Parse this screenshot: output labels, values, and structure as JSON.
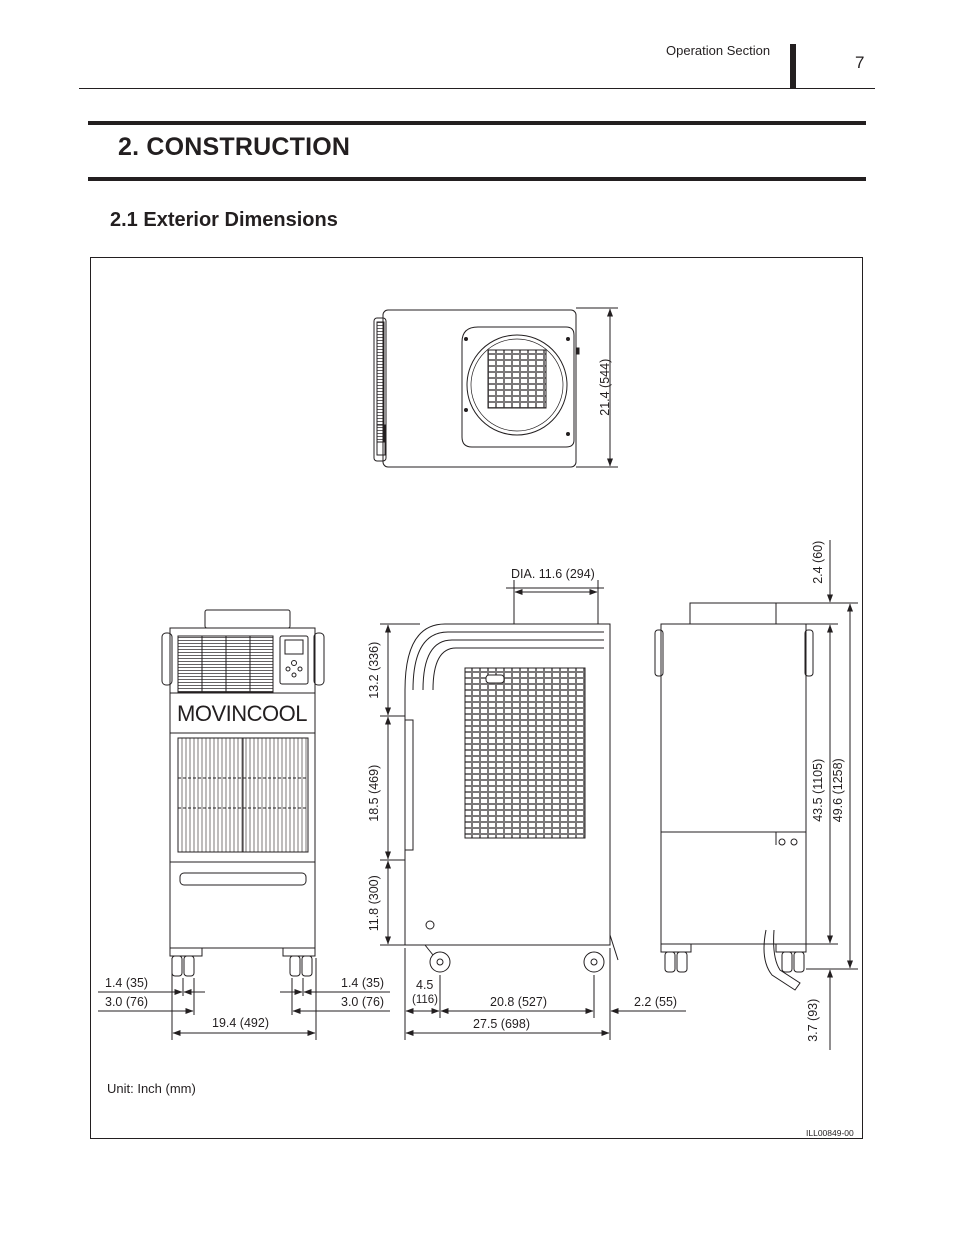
{
  "header": {
    "section": "Operation Section",
    "page": "7"
  },
  "section": {
    "title": "2. CONSTRUCTION"
  },
  "subsection": {
    "title": "2.1  Exterior Dimensions"
  },
  "figure": {
    "brand": "MOVINCOOL",
    "top_view": {
      "depth": "21.4 (544)"
    },
    "front_view": {
      "caster_offset_left": "1.4 (35)",
      "caster_outer_left": "3.0 (76)",
      "caster_offset_right": "1.4 (35)",
      "caster_outer_right": "3.0 (76)",
      "width": "19.4 (492)"
    },
    "side_view": {
      "duct_diameter": "DIA. 11.6 (294)",
      "upper_height": "13.2 (336)",
      "middle_height": "18.5 (469)",
      "lower_height": "11.8 (300)",
      "front_overhang_a": "4.5",
      "front_overhang_b": "(116)",
      "wheelbase": "20.8 (527)",
      "rear_overhang": "2.2 (55)",
      "overall_length": "27.5 (698)"
    },
    "rear_view": {
      "duct_height": "2.4 (60)",
      "body_height": "43.5 (1105)",
      "overall_height": "49.6 (1258)",
      "caster_height": "3.7 (93)"
    },
    "unit_note": "Unit: Inch (mm)",
    "illustration_id": "ILL00849-00"
  }
}
